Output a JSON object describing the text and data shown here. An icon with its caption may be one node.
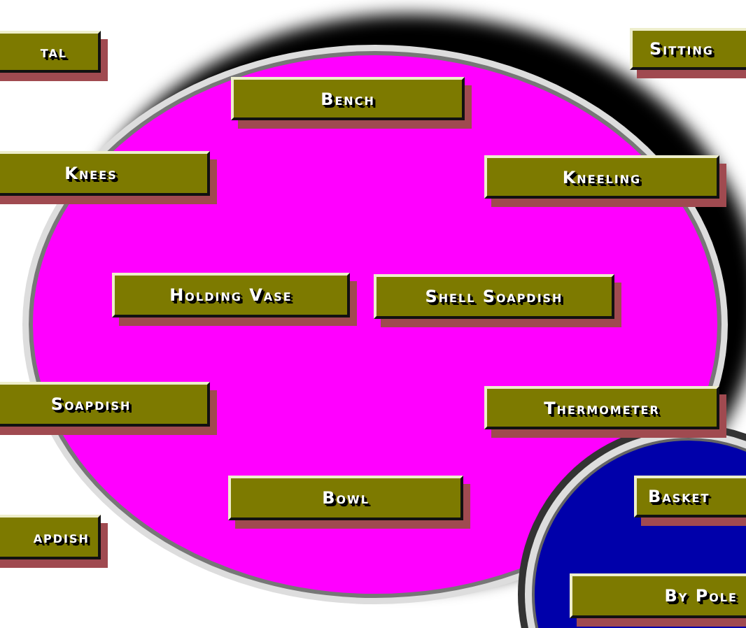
{
  "diagram": {
    "nodes": [
      {
        "text": [
          "tal"
        ]
      },
      {
        "text": [
          "Sitting"
        ]
      },
      {
        "text": [
          "Bench"
        ]
      },
      {
        "text": [
          "Knees"
        ]
      },
      {
        "text": [
          "Kneeling"
        ]
      },
      {
        "text": [
          "Holding Vase"
        ]
      },
      {
        "text": [
          "Shell Soapdish"
        ]
      },
      {
        "text": [
          "Soapdish"
        ]
      },
      {
        "text": [
          "Thermometer"
        ]
      },
      {
        "text": [
          "Bowl"
        ]
      },
      {
        "text": [
          "Basket"
        ]
      },
      {
        "text": [
          "apdish"
        ]
      },
      {
        "text": [
          "By Pole"
        ]
      }
    ]
  }
}
